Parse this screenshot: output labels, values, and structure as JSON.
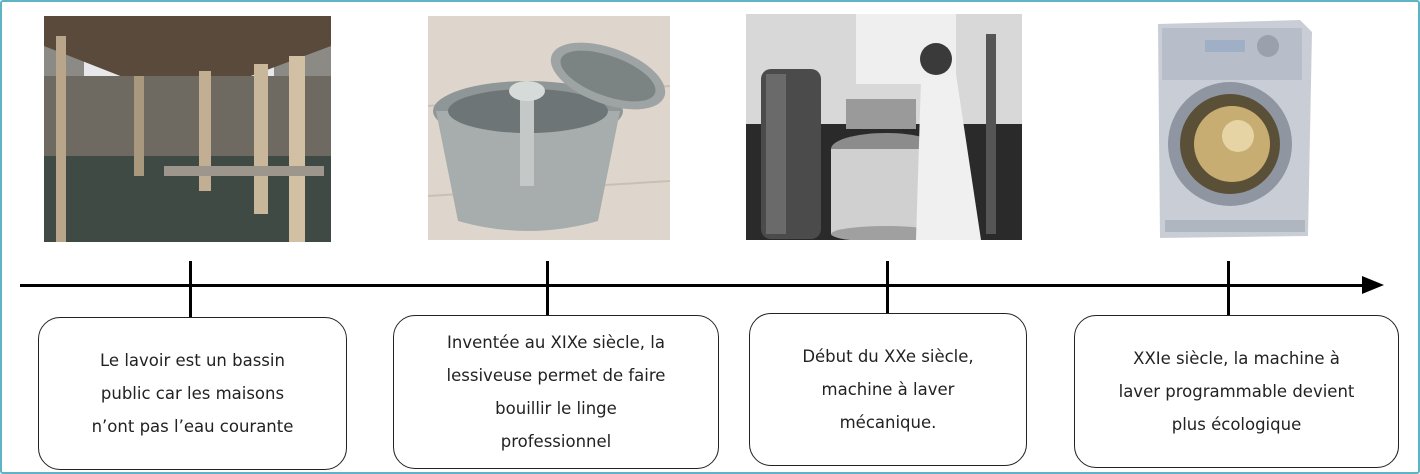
{
  "timeline": {
    "events": [
      {
        "image": "lavoir-photo",
        "text": "Le lavoir est un bassin\npublic car les maisons\nn’ont pas l’eau courante"
      },
      {
        "image": "lessiveuse-photo",
        "text": "Inventée au XIXe siècle, la\nlessiveuse permet de faire\nbouillir le linge\nprofessionnel"
      },
      {
        "image": "mechanical-washing-machine-photo",
        "text": "Début du XXe siècle,\nmachine à laver\nmécanique."
      },
      {
        "image": "modern-washing-machine-photo",
        "text": "XXIe siècle, la machine à\nlaver programmable devient\nplus écologique"
      }
    ]
  }
}
